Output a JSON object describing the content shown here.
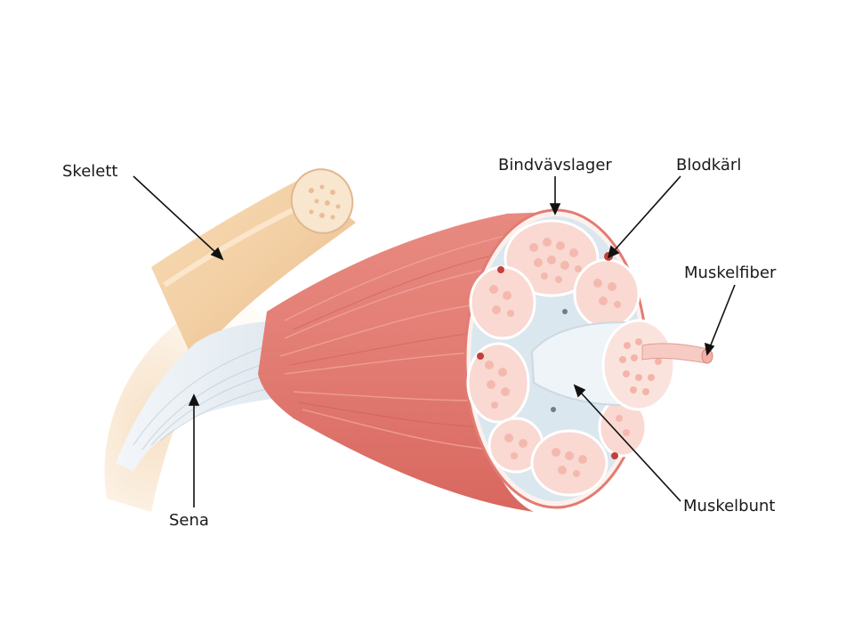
{
  "labels": {
    "skelett": "Skelett",
    "bindvavslager": "Bindvävslager",
    "blodkarl": "Blodkärl",
    "muskelfiber": "Muskelfiber",
    "muskelbunt": "Muskelbunt",
    "sena": "Sena"
  },
  "colors": {
    "bone": "#f1caa0",
    "bone_end": "#f8e6cf",
    "tendon": "#e8eef4",
    "muscle": "#e27c73",
    "muscle_dark": "#c95a55",
    "fascicle": "#f9d9d2",
    "fiber_dot": "#f4b4a8",
    "sheath": "#dbe7ef",
    "vessel": "#c2403a"
  }
}
